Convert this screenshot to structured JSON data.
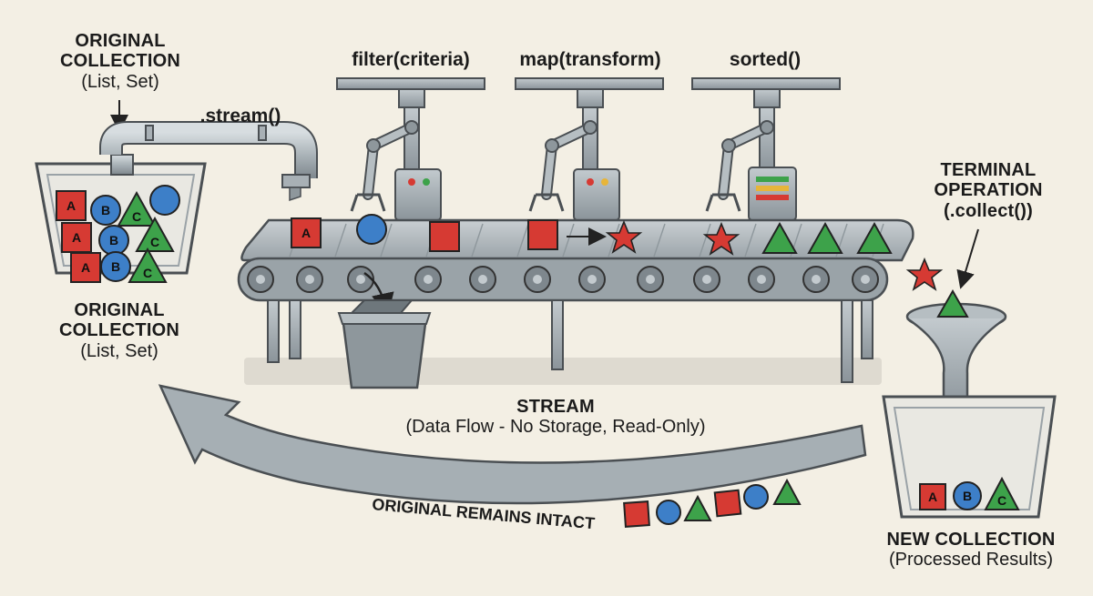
{
  "source": {
    "title_top": "ORIGINAL\nCOLLECTION",
    "subtitle_top": "(List, Set)",
    "title_bottom": "ORIGINAL\nCOLLECTION",
    "subtitle_bottom": "(List, Set)",
    "stream_call": ".stream()"
  },
  "operations": [
    {
      "label": "filter(criteria)"
    },
    {
      "label": "map(transform)"
    },
    {
      "label": "sorted()"
    }
  ],
  "terminal": {
    "title": "TERMINAL\nOPERATION",
    "call": "(.collect())"
  },
  "stream": {
    "title": "STREAM",
    "subtitle": "(Data Flow - No Storage, Read-Only)"
  },
  "result": {
    "title": "NEW COLLECTION",
    "subtitle": "(Processed Results)"
  },
  "return_arrow": {
    "label": "ORIGINAL REMAINS INTACT"
  },
  "elements": {
    "square_text": "A",
    "circle_text": "B",
    "triangle_text": "C"
  },
  "colors": {
    "red": "#d63a33",
    "blue": "#3d7fc8",
    "green": "#3da24a",
    "metal": "#8e979c",
    "metal_light": "#b6bec2",
    "background": "#f3efe4"
  }
}
